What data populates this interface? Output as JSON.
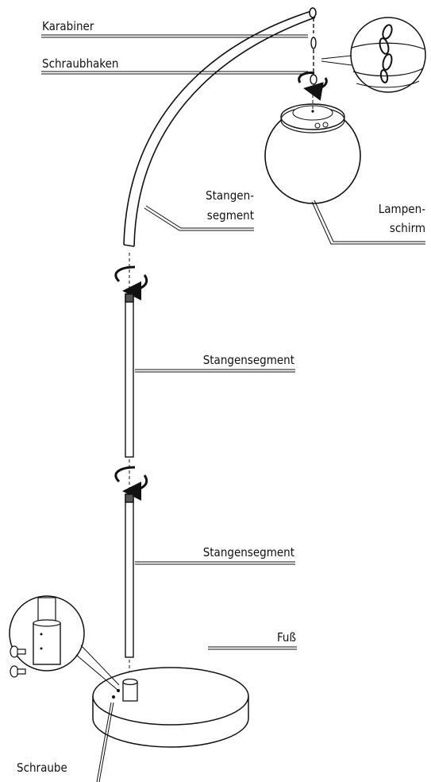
{
  "labels": {
    "karabiner": "Karabiner",
    "schraubhaken": "Schraubhaken",
    "stangensegment_top_line1": "Stangen-",
    "stangensegment_top_line2": "segment",
    "lampenschirm_line1": "Lampen-",
    "lampenschirm_line2": "schirm",
    "stangensegment_mid": "Stangensegment",
    "stangensegment_low": "Stangensegment",
    "fuss": "Fuß",
    "schraube": "Schraube"
  },
  "colors": {
    "stroke": "#111111",
    "fill": "#ffffff",
    "shade": "#d9d9d9"
  }
}
